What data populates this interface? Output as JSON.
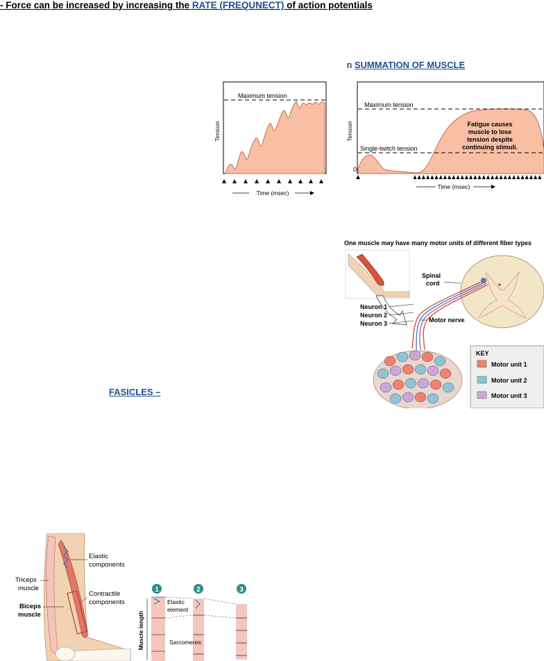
{
  "header": {
    "prefix": "- Force can be increased by increasing the ",
    "highlight": "RATE (FREQUNECT)",
    "suffix": " of action potentials"
  },
  "summation": {
    "prefix": "n ",
    "title": "SUMMATION OF MUSCLE"
  },
  "fasicles": {
    "label": "FASICLES –"
  },
  "figure_tension_left": {
    "max_label": "Maximum tension",
    "ylabel": "Tension",
    "xlabel": "Time (msec)"
  },
  "figure_tension_right": {
    "max_label": "Maximum tension",
    "single_label": "Single-twitch tension",
    "zero": "0",
    "ylabel": "Tension",
    "xlabel": "Time (msec)",
    "fatigue_line1": "Fatigue causes",
    "fatigue_line2": "muscle to lose",
    "fatigue_line3": "tension despite",
    "fatigue_line4": "continuing stimuli."
  },
  "figure_motor_units": {
    "caption": "One muscle may have many motor units of different fiber types",
    "spinal1": "Spinal",
    "spinal2": "cord",
    "neuron1": "Neuron 1",
    "neuron2": "Neuron 2",
    "neuron3": "Neuron 3",
    "motor_nerve": "Motor nerve",
    "key_title": "KEY",
    "key_items": [
      "Motor unit 1",
      "Motor unit 2",
      "Motor unit 3"
    ],
    "colors": [
      "#f08070",
      "#8fc4d8",
      "#c9a8d8"
    ]
  },
  "figure_elastic": {
    "elastic1": "Elastic",
    "elastic2": "components",
    "triceps1": "Triceps",
    "triceps2": "muscle",
    "contractile1": "Contractile",
    "contractile2": "components",
    "biceps1": "Biceps",
    "biceps2": "muscle",
    "step1": "1",
    "step2": "2",
    "step3": "3",
    "elastic_element1": "Elastic",
    "elastic_element2": "element",
    "sarcomeres": "Sarcomeres",
    "muscle_length": "Muscle length"
  }
}
